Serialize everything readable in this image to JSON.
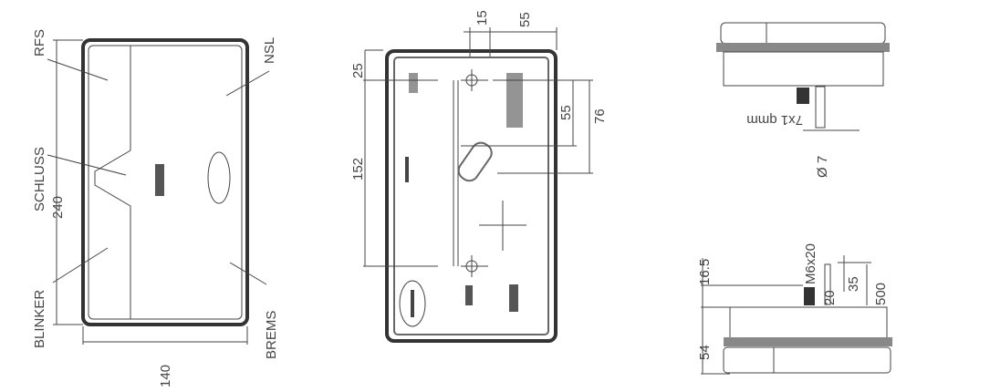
{
  "front_view": {
    "labels": {
      "rfs": "RFS",
      "schluss": "SCHLUSS",
      "blinker": "BLINKER",
      "nsl": "NSL",
      "brems": "BREMS"
    },
    "dimensions": {
      "height": "240",
      "width": "140"
    }
  },
  "rear_view": {
    "dimensions": {
      "d15": "15",
      "d55_top": "55",
      "d25": "25",
      "d152": "152",
      "d55_side": "55",
      "d76": "76"
    }
  },
  "top_side_view": {
    "cable": "7x1 qmm",
    "diameter": "Ø 7"
  },
  "bottom_side_view": {
    "dimensions": {
      "d16_5": "16.5",
      "d54": "54",
      "bolt": "M6x20",
      "d20": "20",
      "d35": "35",
      "d500": "500"
    }
  }
}
